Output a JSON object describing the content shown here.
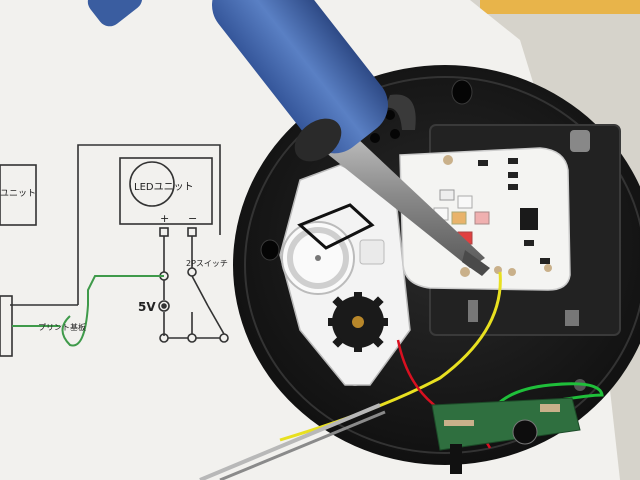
{
  "schematic": {
    "led_unit_label": "LEDユニット",
    "left_unit_label": "ユニット",
    "plus_label": "+",
    "minus_label": "−",
    "switch_label": "2Pスイッチ",
    "voltage_label": "5V",
    "board_label": "プリント基板"
  },
  "colors": {
    "paper": "#f2f1ee",
    "tabletop": "#d8d5ce",
    "base_disc": "#1a1a1a",
    "iron_handle": "#4a6fb0",
    "iron_tip": "#9a9a9a",
    "led_board": "#f4f4f2",
    "gear_white": "#f3f3f3",
    "wire_yellow": "#e8e020",
    "wire_green": "#1fbf3a",
    "wire_red": "#d81020",
    "pcb_green": "#2f6f3f"
  }
}
